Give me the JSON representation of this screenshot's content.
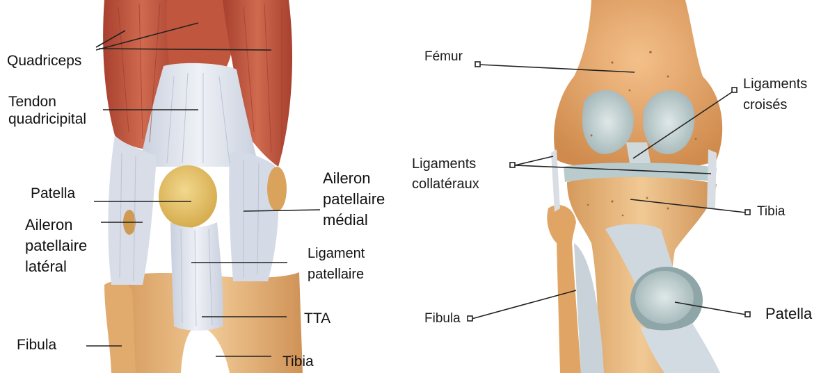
{
  "left_diagram": {
    "labels": {
      "quadriceps": "Quadriceps",
      "tendon_quadricipital": "Tendon\nquadricipital",
      "patella": "Patella",
      "aileron_lateral": "Aileron\npatellaire\nlatéral",
      "aileron_medial": "Aileron\npatellaire\nmédial",
      "ligament_patellaire": "Ligament\npatellaire",
      "tta": "TTA",
      "fibula": "Fibula",
      "tibia": "Tibia"
    }
  },
  "right_diagram": {
    "labels": {
      "femur": "Fémur",
      "ligaments_croises": "Ligaments\ncroisés",
      "ligaments_collateraux": "Ligaments\ncollatéraux",
      "tibia": "Tibia",
      "fibula": "Fibula",
      "patella": "Patella"
    }
  },
  "colors": {
    "muscle": "#c0533b",
    "tendon": "#dfe4ee",
    "bone": "#e9b77f",
    "bone_dark": "#c98a4f",
    "patella": "#e8c46a",
    "cartilage": "#b9c9cc",
    "leader_line": "#222222"
  }
}
